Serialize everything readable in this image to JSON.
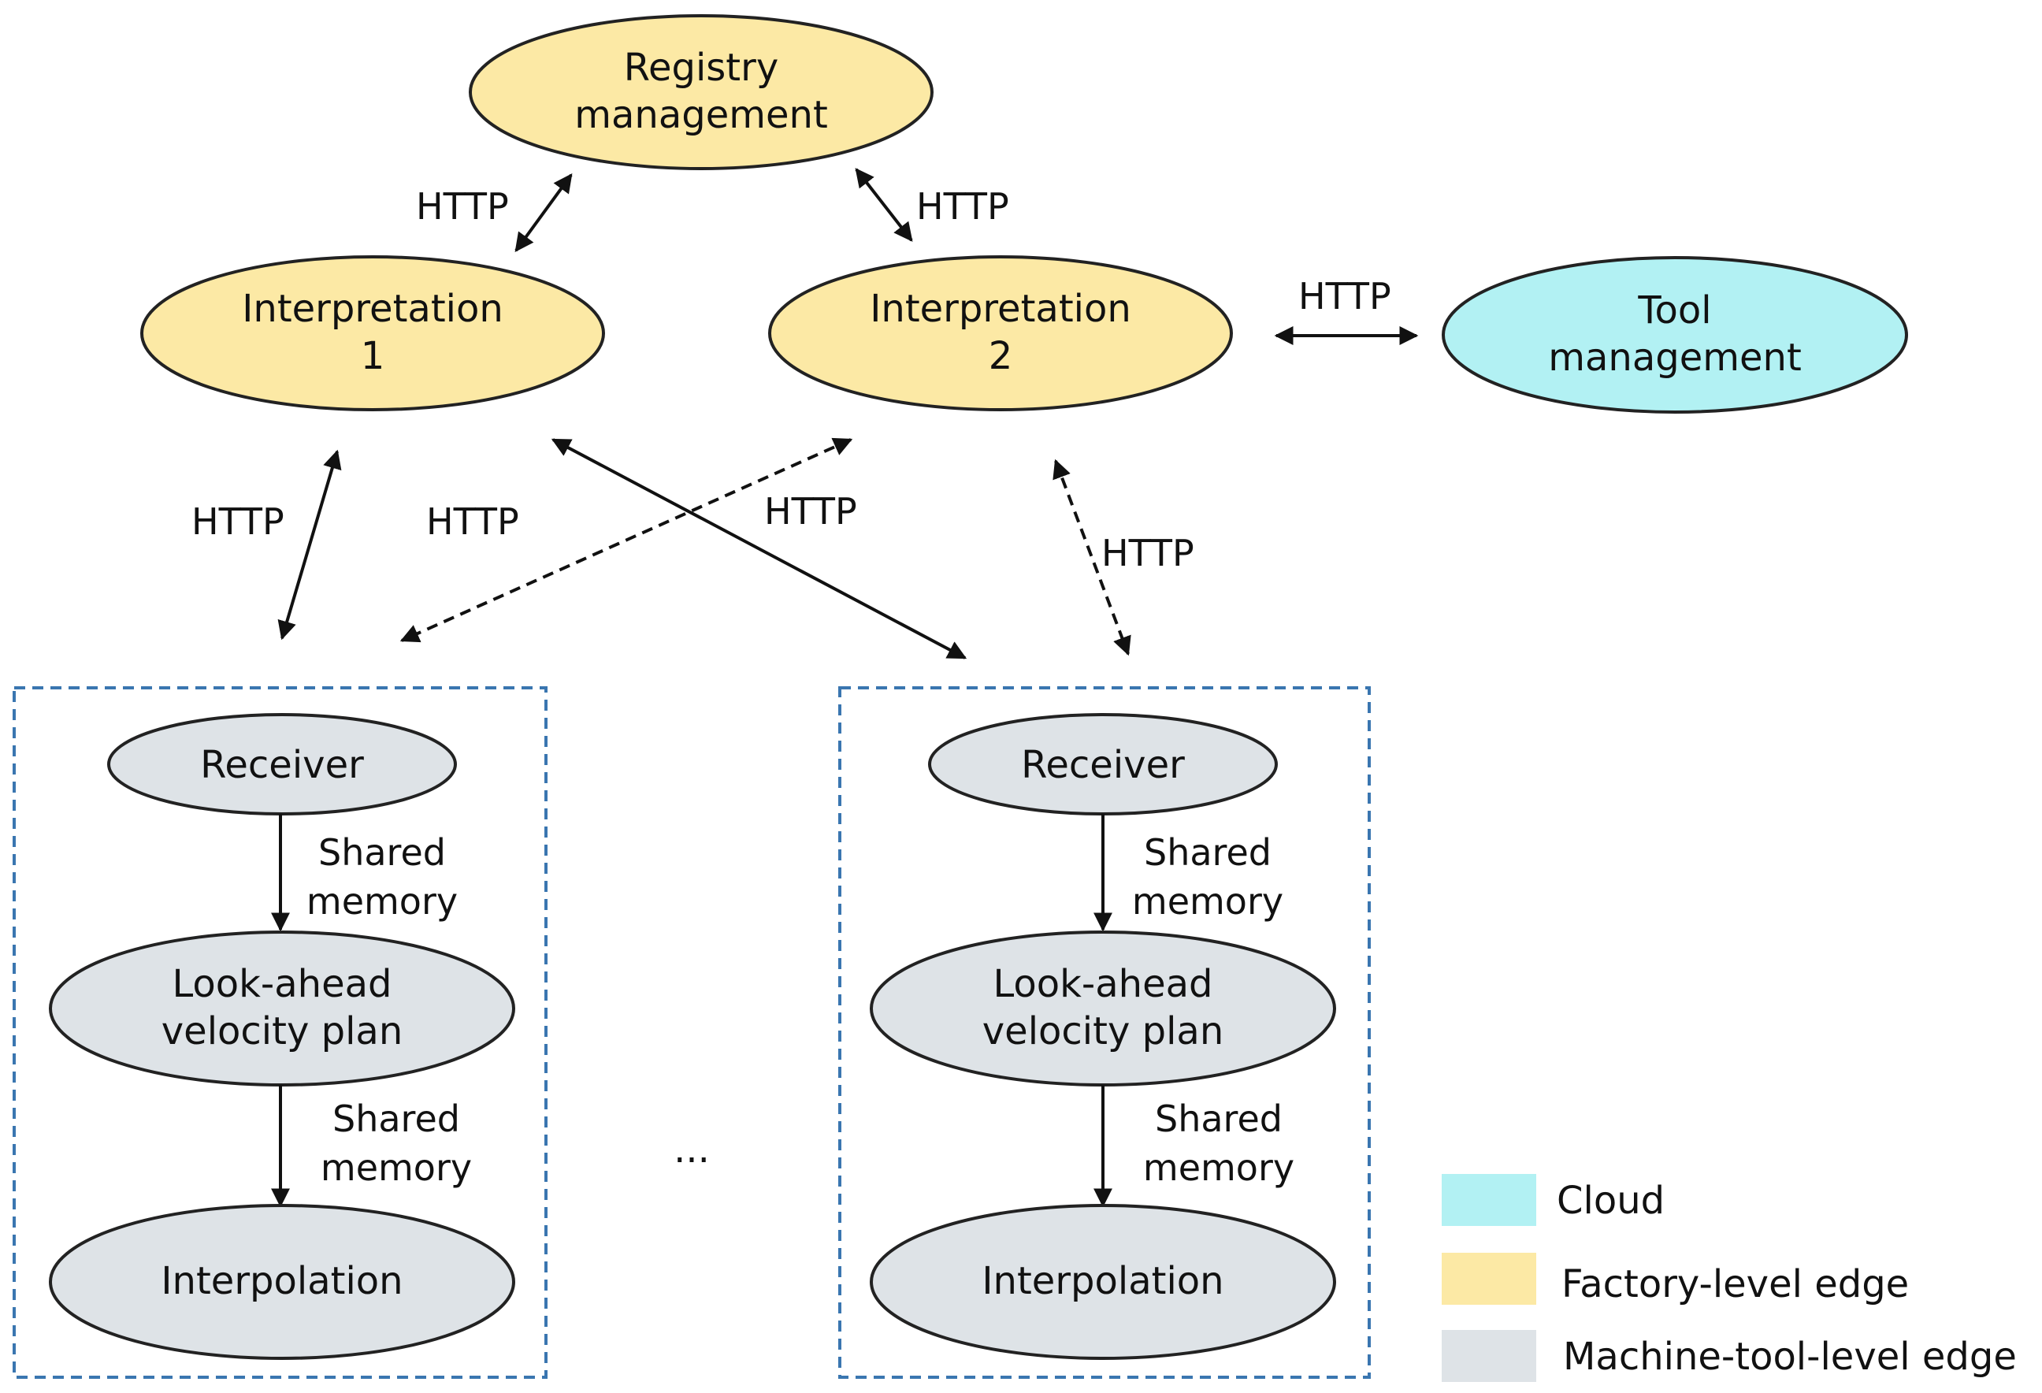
{
  "colors": {
    "cloud": "#B2F1F3",
    "factory": "#FCE9A5",
    "machine": "#DEE3E7",
    "stroke": "#222222",
    "group_border": "#3A76B0"
  },
  "nodes": {
    "registry": {
      "line1": "Registry",
      "line2": "management"
    },
    "interp1": {
      "line1": "Interpretation",
      "line2": "1"
    },
    "interp2": {
      "line1": "Interpretation",
      "line2": "2"
    },
    "tool": {
      "line1": "Tool",
      "line2": "management"
    },
    "m1": {
      "receiver": "Receiver",
      "lookahead_line1": "Look-ahead",
      "lookahead_line2": "velocity plan",
      "interpolation": "Interpolation"
    },
    "m2": {
      "receiver": "Receiver",
      "lookahead_line1": "Look-ahead",
      "lookahead_line2": "velocity plan",
      "interpolation": "Interpolation"
    }
  },
  "edges": {
    "http": "HTTP",
    "shared_line1": "Shared",
    "shared_line2": "memory"
  },
  "ellipsis": "...",
  "legend": {
    "cloud": "Cloud",
    "factory": "Factory-level edge",
    "machine": "Machine-tool-level edge"
  }
}
